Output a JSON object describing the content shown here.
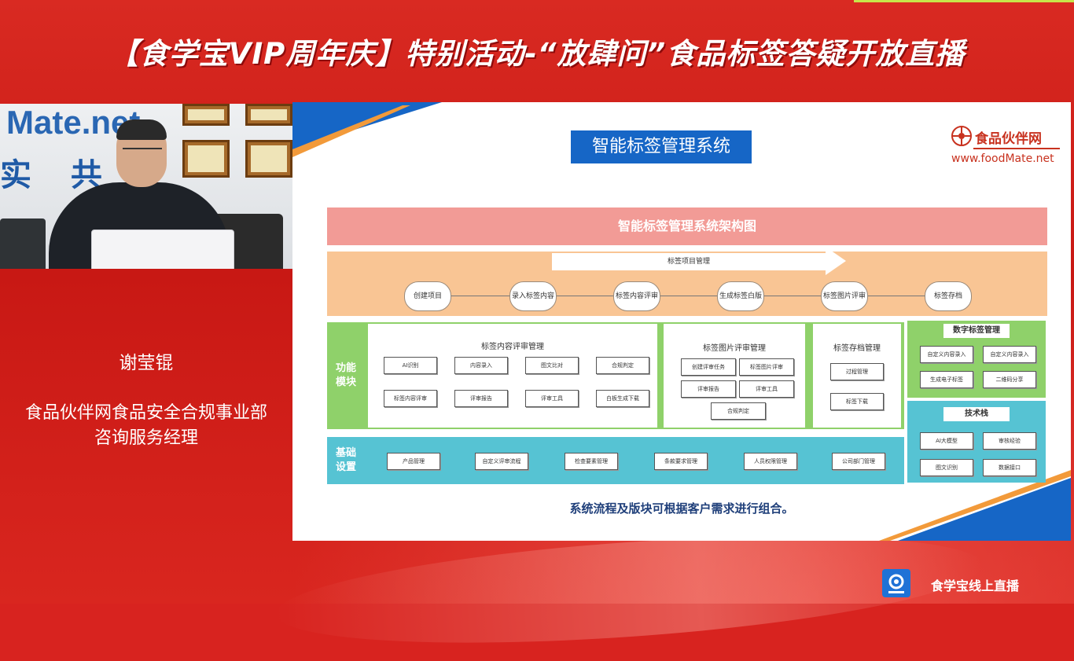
{
  "banner": {
    "title": "【食学宝VIP周年庆】特别活动-“放肆问”食品标签答疑开放直播"
  },
  "camera": {
    "wall_text_1": "Mate.net",
    "wall_text_2": "实 共"
  },
  "speaker": {
    "name": "谢莹锟",
    "title_line1": "食品伙伴网食品安全合规事业部",
    "title_line2": "咨询服务经理"
  },
  "slide": {
    "header": "智能标签管理系统",
    "brand_name": "食品伙伴网",
    "brand_url": "www.foodMate.net",
    "arch_title": "智能标签管理系统架构图",
    "flow": {
      "label": "标签项目管理",
      "steps": [
        "创建项目",
        "录入标签内容",
        "标签内容评审",
        "生成标签白版",
        "标签图片评审",
        "标签存档"
      ]
    },
    "function_module": {
      "label_1": "功能",
      "label_2": "模块",
      "content_review": {
        "title": "标签内容评审管理",
        "items": [
          "AI识别",
          "内容录入",
          "图文比对",
          "合规判定",
          "标签内容评审",
          "评审报告",
          "评审工具",
          "白板生成下载"
        ]
      },
      "image_review": {
        "title": "标签图片评审管理",
        "items": [
          "创建评审任务",
          "标签图片评审",
          "评审报告",
          "评审工具",
          "合规判定"
        ]
      },
      "archive": {
        "title": "标签存档管理",
        "items": [
          "过程管理",
          "标签下载"
        ]
      }
    },
    "digital": {
      "title": "数字标签管理",
      "items": [
        "自定义内容录入",
        "自定义内容录入",
        "生成电子标签",
        "二维码分享"
      ]
    },
    "tech": {
      "title": "技术栈",
      "items": [
        "AI大模型",
        "审核经验",
        "图文识别",
        "数据接口"
      ]
    },
    "base": {
      "label_1": "基础",
      "label_2": "设置",
      "items": [
        "产品管理",
        "自定义评审流程",
        "检查要素管理",
        "条款要求管理",
        "人员权限管理",
        "公司部门管理"
      ]
    },
    "footer": "系统流程及版块可根据客户需求进行组合。"
  },
  "live": {
    "label": "食学宝线上直播"
  },
  "colors": {
    "background_red": "#d8231f",
    "slide_blue": "#1666c6",
    "arch_pink": "#f29b96",
    "flow_orange": "#f9c594",
    "module_green": "#8fd16a",
    "tech_cyan": "#56c3d3",
    "brand_red": "#c8321f"
  }
}
